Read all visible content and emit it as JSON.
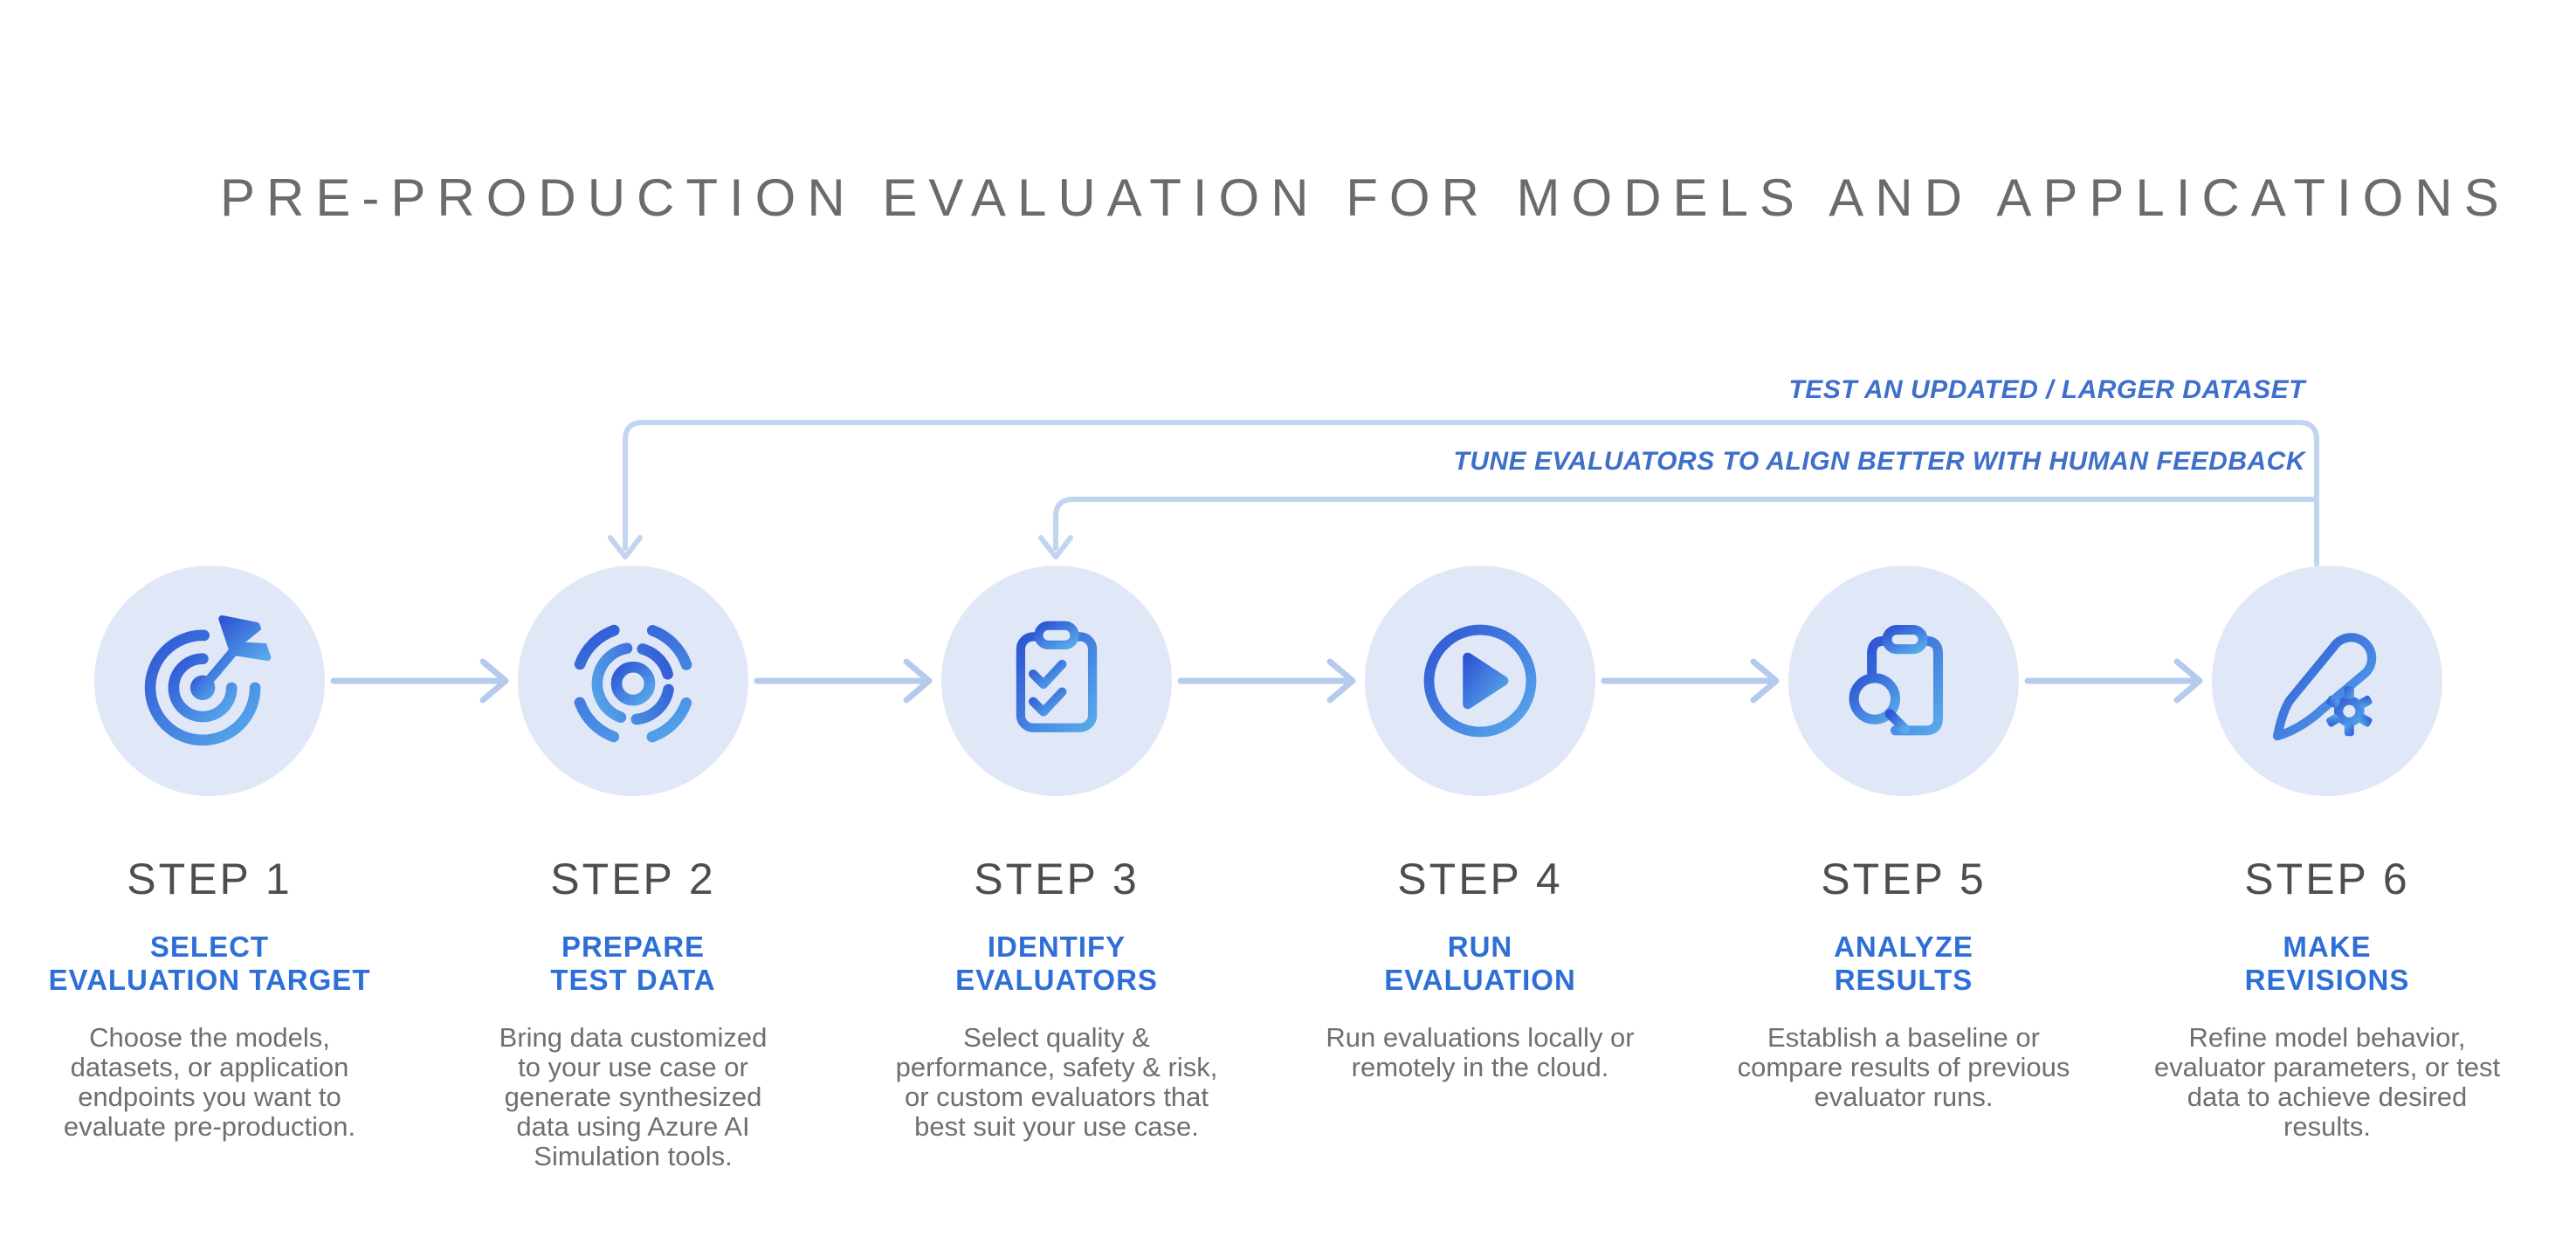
{
  "title": "PRE-PRODUCTION EVALUATION FOR MODELS AND APPLICATIONS",
  "feedback_loops": [
    {
      "label": "TEST AN UPDATED / LARGER DATASET",
      "from": "step-6",
      "to": "step-2"
    },
    {
      "label": "TUNE EVALUATORS TO ALIGN BETTER WITH HUMAN FEEDBACK",
      "from": "step-6",
      "to": "step-3"
    }
  ],
  "steps": [
    {
      "id": "step-1",
      "label": "STEP 1",
      "heading_line1": "SELECT",
      "heading_line2": "EVALUATION TARGET",
      "description": "Choose the models, datasets, or application endpoints you want to evaluate pre-production.",
      "icon": "target-dart-icon"
    },
    {
      "id": "step-2",
      "label": "STEP 2",
      "heading_line1": "PREPARE",
      "heading_line2": "TEST DATA",
      "description": "Bring data customized to your use case or generate synthesized data using Azure AI Simulation tools.",
      "icon": "data-pulse-icon"
    },
    {
      "id": "step-3",
      "label": "STEP 3",
      "heading_line1": "IDENTIFY",
      "heading_line2": "EVALUATORS",
      "description": "Select quality & performance, safety & risk, or custom evaluators that best suit your use case.",
      "icon": "checklist-clipboard-icon"
    },
    {
      "id": "step-4",
      "label": "STEP 4",
      "heading_line1": "RUN",
      "heading_line2": "EVALUATION",
      "description": "Run evaluations locally or remotely in the cloud.",
      "icon": "play-circle-icon"
    },
    {
      "id": "step-5",
      "label": "STEP 5",
      "heading_line1": "ANALYZE",
      "heading_line2": "RESULTS",
      "description": "Establish a baseline or compare results of previous evaluator runs.",
      "icon": "clipboard-search-icon"
    },
    {
      "id": "step-6",
      "label": "STEP 6",
      "heading_line1": "MAKE",
      "heading_line2": "REVISIONS",
      "description": "Refine model behavior, evaluator parameters, or test data to achieve desired results.",
      "icon": "pen-gear-icon"
    }
  ],
  "colors": {
    "accent_blue": "#2e6fd6",
    "feedback_text_blue": "#3e6fc9",
    "icon_gradient_start": "#2e55d4",
    "icon_gradient_end": "#58aaeb",
    "circle_background": "#e0e8f8",
    "connector_blue": "#b5cbed",
    "feedback_line_blue": "#c2d4f0",
    "title_gray": "#6b6b6b",
    "step_label_gray": "#4d4d4d",
    "description_gray": "#6f6f6f"
  }
}
